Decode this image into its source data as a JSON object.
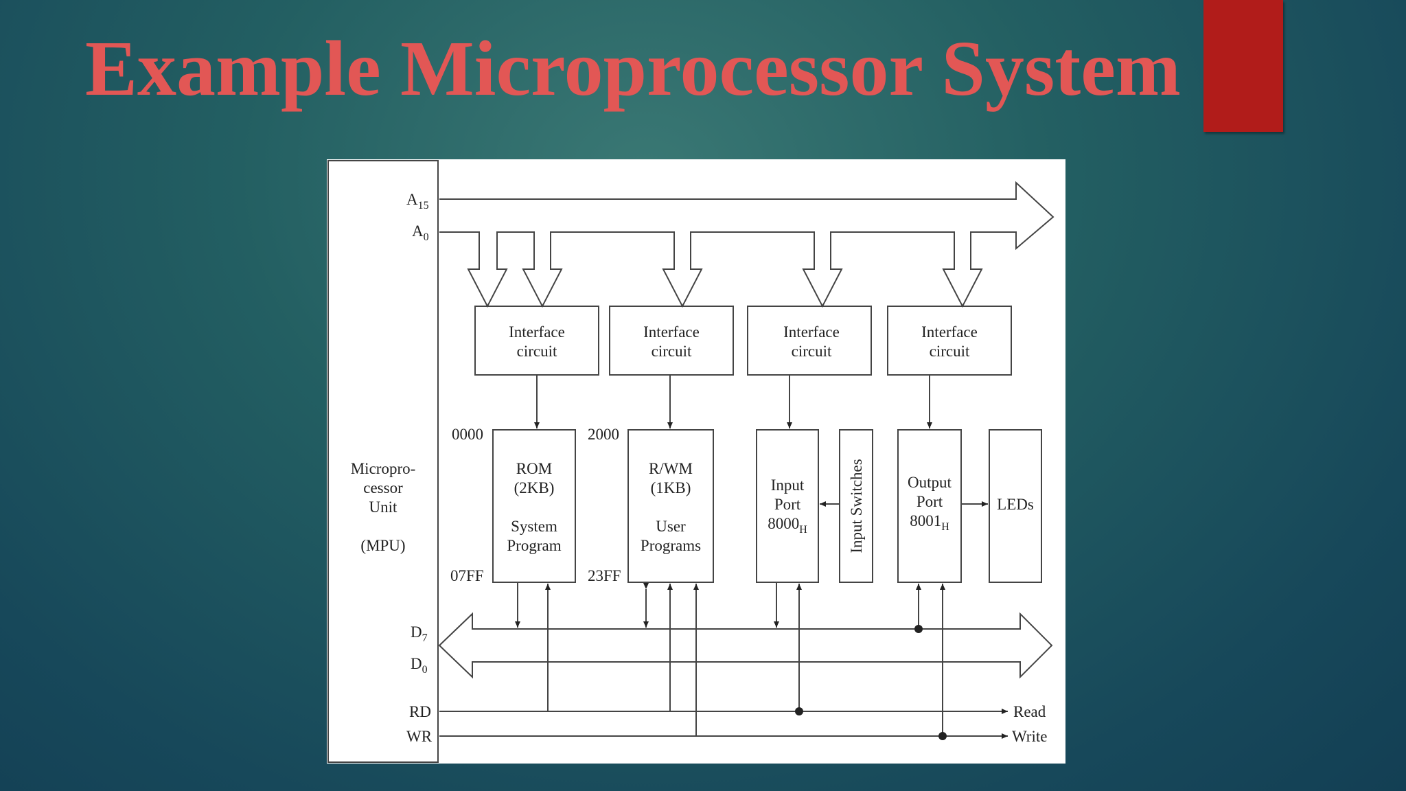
{
  "title": "Example Microprocessor System",
  "colors": {
    "title": "#e25755",
    "accent_block": "#b11c1a",
    "diagram_bg": "#ffffff",
    "background": "#235f62"
  },
  "diagram": {
    "mpu": {
      "line1": "Micropro-",
      "line2": "cessor",
      "line3": "Unit",
      "line4": "(MPU)"
    },
    "address_bus": {
      "high_main": "A",
      "high_sub": "15",
      "low_main": "A",
      "low_sub": "0"
    },
    "data_bus": {
      "high_main": "D",
      "high_sub": "7",
      "low_main": "D",
      "low_sub": "0"
    },
    "control": {
      "rd": "RD",
      "wr": "WR",
      "read": "Read",
      "write": "Write"
    },
    "interface": {
      "line1": "Interface",
      "line2": "circuit"
    },
    "rom": {
      "line1": "ROM",
      "line2": "(2KB)",
      "line3": "System",
      "line4": "Program",
      "start_addr": "0000",
      "end_addr": "07FF"
    },
    "rwm": {
      "line1": "R/WM",
      "line2": "(1KB)",
      "line3": "User",
      "line4": "Programs",
      "start_addr": "2000",
      "end_addr": "23FF"
    },
    "input_port": {
      "line1": "Input",
      "line2": "Port",
      "addr_main": "8000",
      "addr_sub": "H"
    },
    "input_switches": "Input Switches",
    "output_port": {
      "line1": "Output",
      "line2": "Port",
      "addr_main": "8001",
      "addr_sub": "H"
    },
    "leds": "LEDs"
  }
}
